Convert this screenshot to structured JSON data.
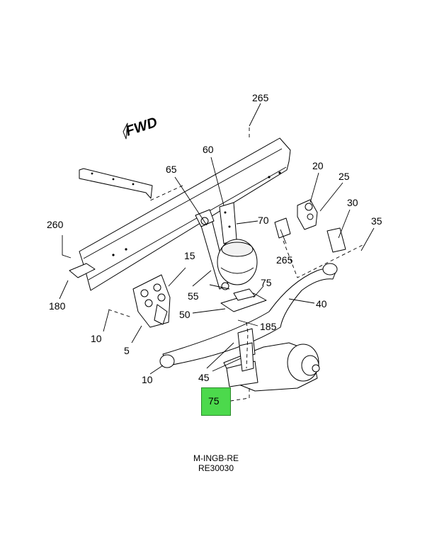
{
  "diagram": {
    "forward_label": "FWD",
    "drawing_code_line1": "M-INGB-RE",
    "drawing_code_line2": "RE30030",
    "highlighted_callout": "75",
    "highlight_color": "#4cd94c",
    "callouts": {
      "c265_top": "265",
      "c60": "60",
      "c65": "65",
      "c20": "20",
      "c25": "25",
      "c30": "30",
      "c35": "35",
      "c70": "70",
      "c260": "260",
      "c265_mid": "265",
      "c15": "15",
      "c180": "180",
      "c55": "55",
      "c75_top": "75",
      "c40": "40",
      "c50": "50",
      "c185": "185",
      "c10_left": "10",
      "c5": "5",
      "c45": "45",
      "c10_bottom": "10"
    }
  }
}
